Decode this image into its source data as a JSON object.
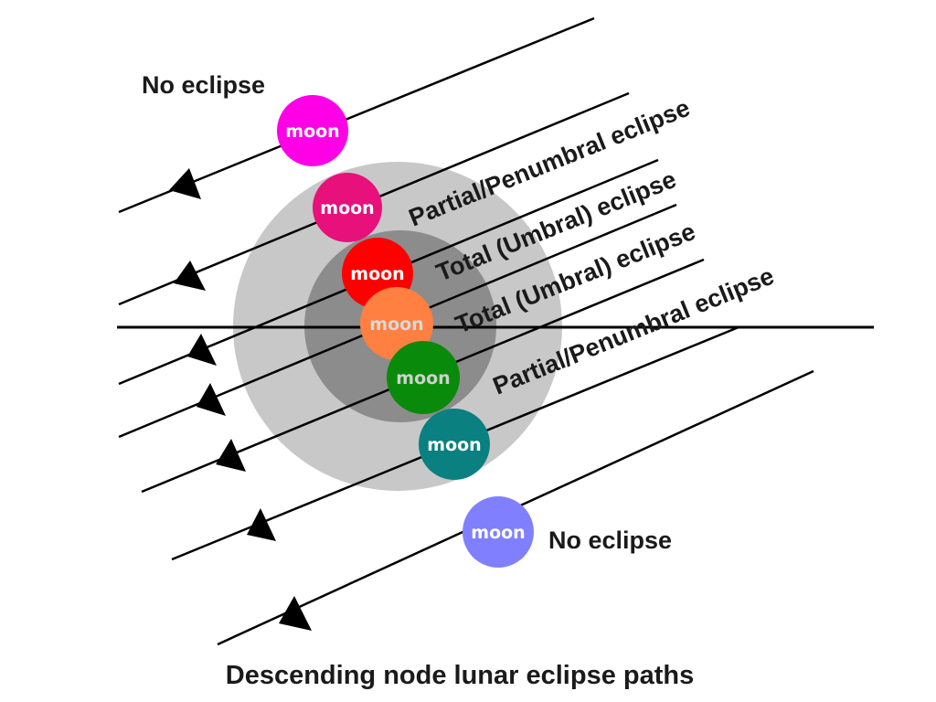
{
  "diagram": {
    "caption": "Descending node lunar eclipse paths",
    "moon_label": "moon",
    "labels": {
      "no_eclipse_top": "No eclipse",
      "partial_top": "Partial/Penumbral eclipse",
      "total_1": "Total (Umbral) eclipse",
      "total_2": "Total (Umbral) eclipse",
      "partial_bottom": "Partial/Penumbral eclipse",
      "no_eclipse_bottom": "No eclipse"
    },
    "colors": {
      "penumbra": "#c8c8c8",
      "umbra": "#8c8c8c",
      "moon_magenta": "#ff00e6",
      "moon_pink": "#e8107a",
      "moon_red": "#ff0000",
      "moon_orange": "#ff8040",
      "moon_green": "#0a8a0a",
      "moon_teal": "#0a8080",
      "moon_periwinkle": "#8080ff"
    }
  }
}
